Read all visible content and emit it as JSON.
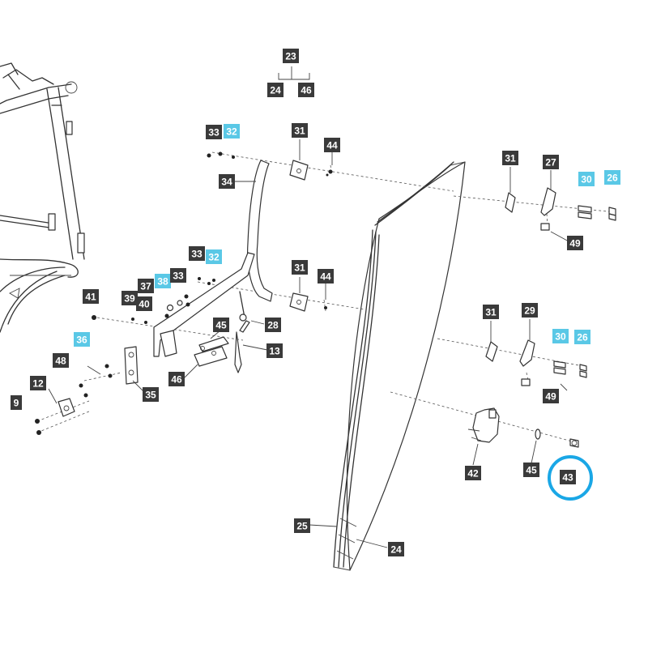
{
  "colors": {
    "label_dark": "#3a3a3a",
    "label_highlight": "#5ac8e6",
    "highlight_ring": "#1aa7e6"
  },
  "callouts": [
    {
      "id": "c23",
      "text": "23",
      "style": "dark"
    },
    {
      "id": "c24a",
      "text": "24",
      "style": "dark"
    },
    {
      "id": "c46a",
      "text": "46",
      "style": "dark"
    },
    {
      "id": "c33a",
      "text": "33",
      "style": "dark"
    },
    {
      "id": "c32a",
      "text": "32",
      "style": "highlight"
    },
    {
      "id": "c31a",
      "text": "31",
      "style": "dark"
    },
    {
      "id": "c44a",
      "text": "44",
      "style": "dark"
    },
    {
      "id": "c34",
      "text": "34",
      "style": "dark"
    },
    {
      "id": "c31b",
      "text": "31",
      "style": "dark"
    },
    {
      "id": "c27",
      "text": "27",
      "style": "dark"
    },
    {
      "id": "c30a",
      "text": "30",
      "style": "highlight"
    },
    {
      "id": "c26a",
      "text": "26",
      "style": "highlight"
    },
    {
      "id": "c49a",
      "text": "49",
      "style": "dark"
    },
    {
      "id": "c33b",
      "text": "33",
      "style": "dark"
    },
    {
      "id": "c32b",
      "text": "32",
      "style": "highlight"
    },
    {
      "id": "c31c",
      "text": "31",
      "style": "dark"
    },
    {
      "id": "c44b",
      "text": "44",
      "style": "dark"
    },
    {
      "id": "c37",
      "text": "37",
      "style": "dark"
    },
    {
      "id": "c38",
      "text": "38",
      "style": "highlight"
    },
    {
      "id": "c33c",
      "text": "33",
      "style": "dark"
    },
    {
      "id": "c41",
      "text": "41",
      "style": "dark"
    },
    {
      "id": "c39",
      "text": "39",
      "style": "dark"
    },
    {
      "id": "c40",
      "text": "40",
      "style": "dark"
    },
    {
      "id": "c45a",
      "text": "45",
      "style": "dark"
    },
    {
      "id": "c28",
      "text": "28",
      "style": "dark"
    },
    {
      "id": "c13",
      "text": "13",
      "style": "dark"
    },
    {
      "id": "c36",
      "text": "36",
      "style": "highlight"
    },
    {
      "id": "c48",
      "text": "48",
      "style": "dark"
    },
    {
      "id": "c46b",
      "text": "46",
      "style": "dark"
    },
    {
      "id": "c35",
      "text": "35",
      "style": "dark"
    },
    {
      "id": "c12",
      "text": "12",
      "style": "dark"
    },
    {
      "id": "c9",
      "text": "9",
      "style": "dark"
    },
    {
      "id": "c31d",
      "text": "31",
      "style": "dark"
    },
    {
      "id": "c29",
      "text": "29",
      "style": "dark"
    },
    {
      "id": "c30b",
      "text": "30",
      "style": "highlight"
    },
    {
      "id": "c26b",
      "text": "26",
      "style": "highlight"
    },
    {
      "id": "c49b",
      "text": "49",
      "style": "dark"
    },
    {
      "id": "c42",
      "text": "42",
      "style": "dark"
    },
    {
      "id": "c45b",
      "text": "45",
      "style": "dark"
    },
    {
      "id": "c43",
      "text": "43",
      "style": "dark"
    },
    {
      "id": "c25",
      "text": "25",
      "style": "dark"
    },
    {
      "id": "c24b",
      "text": "24",
      "style": "dark"
    }
  ],
  "highlighted_part": "43"
}
